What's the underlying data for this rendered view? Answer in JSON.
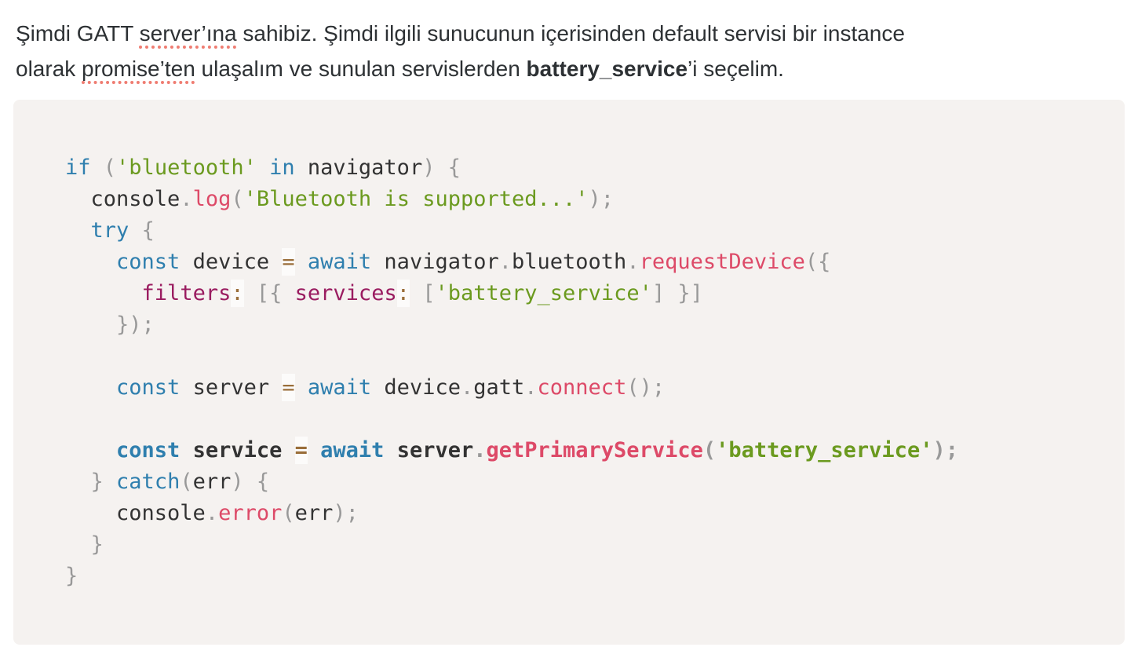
{
  "colors": {
    "page_background": "#ffffff",
    "body_text": "#2d3134",
    "spellcheck_underline": "#ef7d72",
    "code_background": "#f5f2f0",
    "code_plain": "#333333",
    "code_punctuation": "#999999",
    "code_keyword": "#2f7fae",
    "code_string": "#6b9a1f",
    "code_function": "#dd4a68",
    "code_property": "#9a1c60",
    "code_operator": "#9a6e3a",
    "code_operator_background": "rgba(255,255,255,0.68)"
  },
  "intro_paragraph": {
    "full_text": "Şimdi GATT server’ına sahibiz. Şimdi ilgili sunucunun içerisinden default servisi bir instance olarak promise’ten ulaşalım ve sunulan servislerden battery_service’i seçelim.",
    "lines": [
      [
        {
          "style": "normal",
          "text": "Şimdi GATT "
        },
        {
          "style": "misspelled",
          "text": "server’ına"
        },
        {
          "style": "normal",
          "text": " sahibiz. Şimdi ilgili sunucunun içerisinden default servisi bir instance"
        }
      ],
      [
        {
          "style": "normal",
          "text": "olarak "
        },
        {
          "style": "misspelled",
          "text": "promise’ten"
        },
        {
          "style": "normal",
          "text": " ulaşalım ve sunulan servislerden "
        },
        {
          "style": "bold",
          "text": "battery_service"
        },
        {
          "style": "normal",
          "text": "’i seçelim."
        }
      ]
    ]
  },
  "code_block": {
    "lines": [
      {
        "bold": false,
        "tokens": [
          [
            "k",
            "if"
          ],
          [
            "pl",
            " "
          ],
          [
            "p",
            "("
          ],
          [
            "s",
            "'bluetooth'"
          ],
          [
            "pl",
            " "
          ],
          [
            "k",
            "in"
          ],
          [
            "pl",
            " navigator"
          ],
          [
            "p",
            ")"
          ],
          [
            "pl",
            " "
          ],
          [
            "p",
            "{"
          ]
        ]
      },
      {
        "bold": false,
        "tokens": [
          [
            "pl",
            "  console"
          ],
          [
            "p",
            "."
          ],
          [
            "f",
            "log"
          ],
          [
            "p",
            "("
          ],
          [
            "s",
            "'Bluetooth is supported...'"
          ],
          [
            "p",
            ");"
          ]
        ]
      },
      {
        "bold": false,
        "tokens": [
          [
            "pl",
            "  "
          ],
          [
            "k",
            "try"
          ],
          [
            "pl",
            " "
          ],
          [
            "p",
            "{"
          ]
        ]
      },
      {
        "bold": false,
        "tokens": [
          [
            "pl",
            "    "
          ],
          [
            "k",
            "const"
          ],
          [
            "pl",
            " device "
          ],
          [
            "o",
            "="
          ],
          [
            "pl",
            " "
          ],
          [
            "k",
            "await"
          ],
          [
            "pl",
            " navigator"
          ],
          [
            "p",
            "."
          ],
          [
            "pl",
            "bluetooth"
          ],
          [
            "p",
            "."
          ],
          [
            "f",
            "requestDevice"
          ],
          [
            "p",
            "({"
          ]
        ]
      },
      {
        "bold": false,
        "tokens": [
          [
            "pl",
            "      "
          ],
          [
            "pr",
            "filters"
          ],
          [
            "o",
            ":"
          ],
          [
            "pl",
            " "
          ],
          [
            "p",
            "[{"
          ],
          [
            "pl",
            " "
          ],
          [
            "pr",
            "services"
          ],
          [
            "o",
            ":"
          ],
          [
            "pl",
            " "
          ],
          [
            "p",
            "["
          ],
          [
            "s",
            "'battery_service'"
          ],
          [
            "p",
            "]"
          ],
          [
            "pl",
            " "
          ],
          [
            "p",
            "}]"
          ]
        ]
      },
      {
        "bold": false,
        "tokens": [
          [
            "pl",
            "    "
          ],
          [
            "p",
            "});"
          ]
        ]
      },
      {
        "bold": false,
        "tokens": []
      },
      {
        "bold": false,
        "tokens": [
          [
            "pl",
            "    "
          ],
          [
            "k",
            "const"
          ],
          [
            "pl",
            " server "
          ],
          [
            "o",
            "="
          ],
          [
            "pl",
            " "
          ],
          [
            "k",
            "await"
          ],
          [
            "pl",
            " device"
          ],
          [
            "p",
            "."
          ],
          [
            "pl",
            "gatt"
          ],
          [
            "p",
            "."
          ],
          [
            "f",
            "connect"
          ],
          [
            "p",
            "();"
          ]
        ]
      },
      {
        "bold": false,
        "tokens": []
      },
      {
        "bold": true,
        "tokens": [
          [
            "pl",
            "    "
          ],
          [
            "k",
            "const"
          ],
          [
            "pl",
            " service "
          ],
          [
            "o",
            "="
          ],
          [
            "pl",
            " "
          ],
          [
            "k",
            "await"
          ],
          [
            "pl",
            " server"
          ],
          [
            "p",
            "."
          ],
          [
            "f",
            "getPrimaryService"
          ],
          [
            "p",
            "("
          ],
          [
            "s",
            "'battery_service'"
          ],
          [
            "p",
            ");"
          ]
        ]
      },
      {
        "bold": false,
        "tokens": [
          [
            "pl",
            "  "
          ],
          [
            "p",
            "}"
          ],
          [
            "pl",
            " "
          ],
          [
            "k",
            "catch"
          ],
          [
            "p",
            "("
          ],
          [
            "pl",
            "err"
          ],
          [
            "p",
            ")"
          ],
          [
            "pl",
            " "
          ],
          [
            "p",
            "{"
          ]
        ]
      },
      {
        "bold": false,
        "tokens": [
          [
            "pl",
            "    console"
          ],
          [
            "p",
            "."
          ],
          [
            "f",
            "error"
          ],
          [
            "p",
            "("
          ],
          [
            "pl",
            "err"
          ],
          [
            "p",
            ");"
          ]
        ]
      },
      {
        "bold": false,
        "tokens": [
          [
            "pl",
            "  "
          ],
          [
            "p",
            "}"
          ]
        ]
      },
      {
        "bold": false,
        "tokens": [
          [
            "p",
            "}"
          ]
        ]
      }
    ]
  }
}
